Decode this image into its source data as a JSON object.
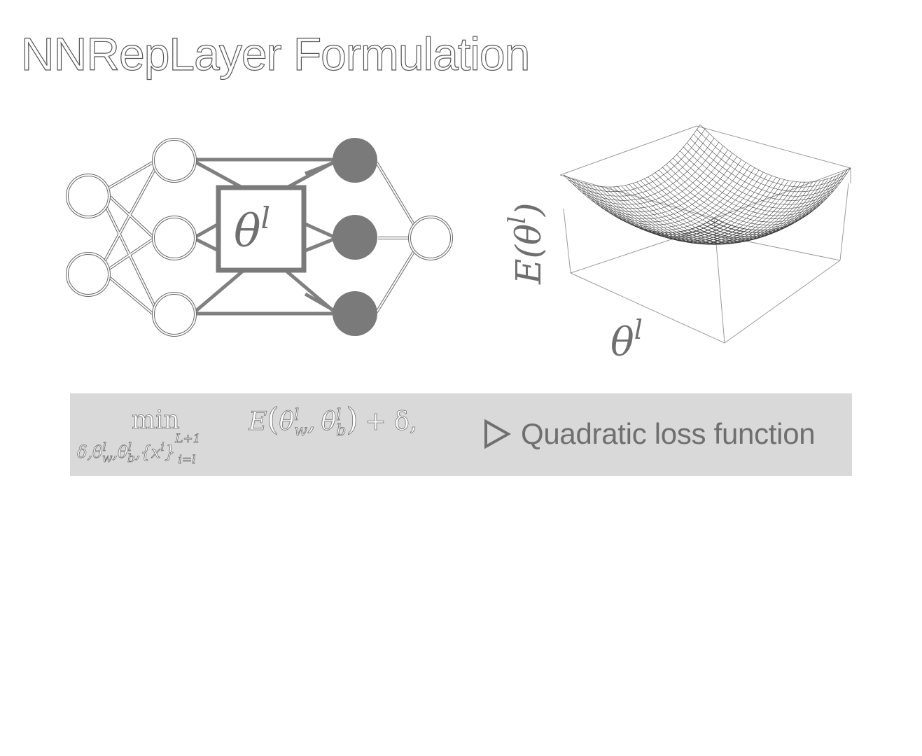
{
  "slide": {
    "title": "NNRepLayer Formulation"
  },
  "network": {
    "layer_param_symbol": "θ",
    "layer_param_superscript": "l"
  },
  "surface": {
    "z_axis_label": "E(θ",
    "z_axis_superscript": "l",
    "z_axis_close": ")",
    "x_axis_symbol": "θ",
    "x_axis_superscript": "l"
  },
  "formula": {
    "operator": "min",
    "under_prefix": "δ,θ",
    "under_w_sup": "l",
    "under_w_sub": "w",
    "under_b_prefix": ",θ",
    "under_b_sup": "l",
    "under_b_sub": "b",
    "under_set": ",{x",
    "under_set_sup": "i",
    "under_set_close": "}",
    "under_range_sup": "L+1",
    "under_range_sub": "i=l",
    "objective_prefix": "E",
    "objective_theta_w": "θ",
    "objective_w_sup": "l",
    "objective_w_sub": "w",
    "objective_sep": ",",
    "objective_theta_b": "θ",
    "objective_b_sup": "l",
    "objective_b_sub": "b",
    "objective_suffix": "+ δ,",
    "remark": "Quadratic loss function",
    "remark_icon": "hollow-right-triangle-icon"
  }
}
